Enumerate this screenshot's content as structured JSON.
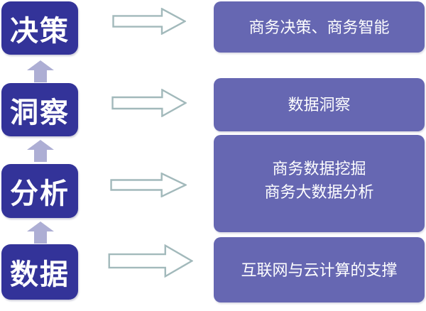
{
  "diagram": {
    "stages": [
      {
        "label": "决策",
        "detail": [
          "商务决策、商务智能"
        ]
      },
      {
        "label": "洞察",
        "detail": [
          "数据洞察"
        ]
      },
      {
        "label": "分析",
        "detail": [
          "商务数据挖掘",
          "商务大数据分析"
        ]
      },
      {
        "label": "数据",
        "detail": [
          "互联网与云计算的支撑"
        ]
      }
    ],
    "colors": {
      "stage_box": "#333399",
      "detail_box": "#6667b2",
      "up_arrow": "#adaed4",
      "right_arrow_fill": "#ffffff",
      "right_arrow_outline": "#a2b9bb",
      "text": "#ffffff",
      "background": "#ffffff"
    },
    "icons": {
      "up_arrow": "block-arrow-up-icon",
      "right_arrow": "block-arrow-right-icon"
    }
  }
}
